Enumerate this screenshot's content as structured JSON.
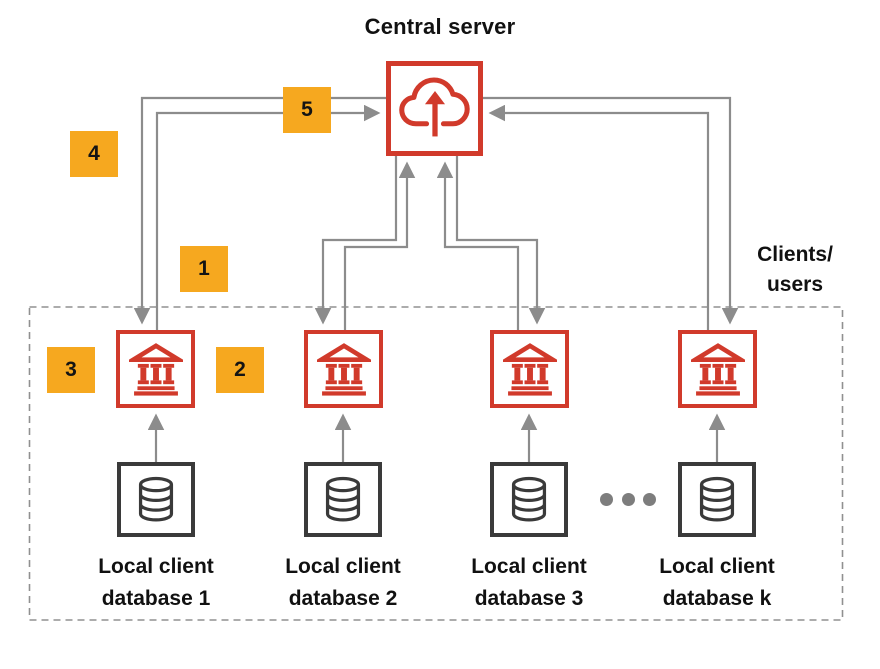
{
  "title": "Central server",
  "clients_users": {
    "line1": "Clients/",
    "line2": "users"
  },
  "steps": {
    "s1": "1",
    "s2": "2",
    "s3": "3",
    "s4": "4",
    "s5": "5"
  },
  "server": {
    "icon": "cloud-upload-icon"
  },
  "clients": [
    {
      "icon": "bank-icon",
      "db_icon": "database-icon",
      "label_line1": "Local client",
      "label_line2": "database 1"
    },
    {
      "icon": "bank-icon",
      "db_icon": "database-icon",
      "label_line1": "Local client",
      "label_line2": "database 2"
    },
    {
      "icon": "bank-icon",
      "db_icon": "database-icon",
      "label_line1": "Local client",
      "label_line2": "database 3"
    },
    {
      "icon": "bank-icon",
      "db_icon": "database-icon",
      "label_line1": "Local client",
      "label_line2": "database k"
    }
  ],
  "ellipsis": "more clients indicator (three dots)",
  "connections": [
    {
      "from": "central-server",
      "to": "client-1",
      "type": "elbow-arrow"
    },
    {
      "from": "client-1",
      "to": "central-server",
      "type": "elbow-arrow"
    },
    {
      "from": "central-server",
      "to": "client-2",
      "type": "elbow-arrow"
    },
    {
      "from": "client-2",
      "to": "central-server",
      "type": "elbow-arrow"
    },
    {
      "from": "central-server",
      "to": "client-3",
      "type": "elbow-arrow"
    },
    {
      "from": "client-3",
      "to": "central-server",
      "type": "elbow-arrow"
    },
    {
      "from": "central-server",
      "to": "client-k",
      "type": "elbow-arrow"
    },
    {
      "from": "client-k",
      "to": "central-server",
      "type": "elbow-arrow"
    },
    {
      "from": "database-1",
      "to": "client-1",
      "type": "straight-arrow"
    },
    {
      "from": "database-2",
      "to": "client-2",
      "type": "straight-arrow"
    },
    {
      "from": "database-3",
      "to": "client-3",
      "type": "straight-arrow"
    },
    {
      "from": "database-k",
      "to": "client-k",
      "type": "straight-arrow"
    }
  ],
  "colors": {
    "red": "#d13a2b",
    "amber": "#f6a81f",
    "gray": "#8c8c8c",
    "dark": "#3a3a3a",
    "dash": "#909090",
    "ink": "#111111",
    "dot": "#7d7d7d"
  }
}
